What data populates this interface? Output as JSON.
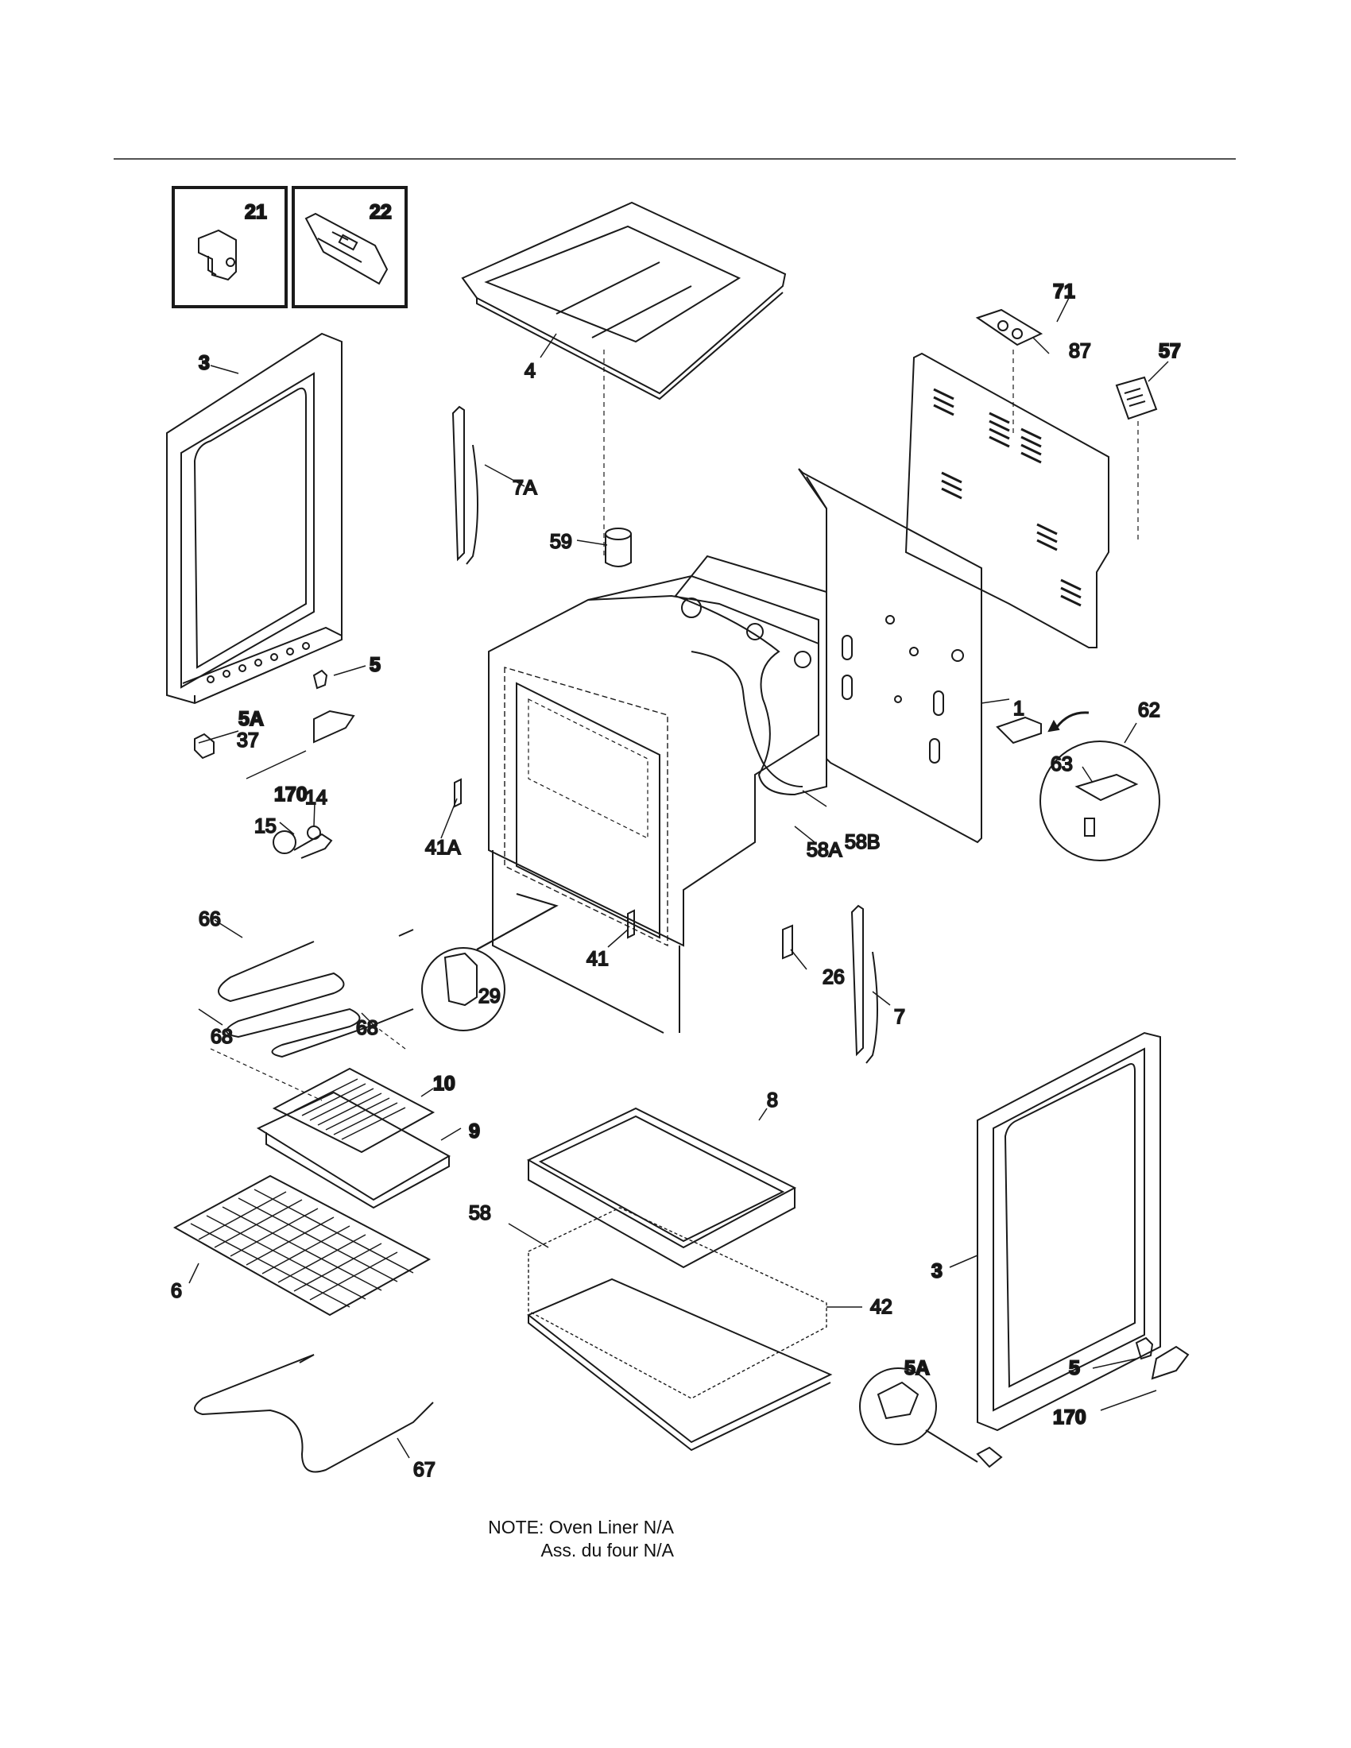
{
  "parts": {
    "p1": "1",
    "p3_left": "3",
    "p3_right": "3",
    "p4": "4",
    "p5_left": "5",
    "p5_right": "5",
    "p5a_left": "5A",
    "p5a_right": "5A",
    "p6": "6",
    "p7": "7",
    "p7a": "7A",
    "p8": "8",
    "p9": "9",
    "p10": "10",
    "p14": "14",
    "p15": "15",
    "p21": "21",
    "p22": "22",
    "p26": "26",
    "p29": "29",
    "p37": "37",
    "p41": "41",
    "p41a": "41A",
    "p42": "42",
    "p57": "57",
    "p58": "58",
    "p58a": "58A",
    "p58b": "58B",
    "p59": "59",
    "p62": "62",
    "p63": "63",
    "p66": "66",
    "p67": "67",
    "p68_a": "68",
    "p68_b": "68",
    "p71": "71",
    "p87": "87",
    "p170_left": "170",
    "p170_right": "170"
  },
  "note": {
    "line1": "NOTE: Oven Liner N/A",
    "line2": "Ass. du four N/A"
  }
}
